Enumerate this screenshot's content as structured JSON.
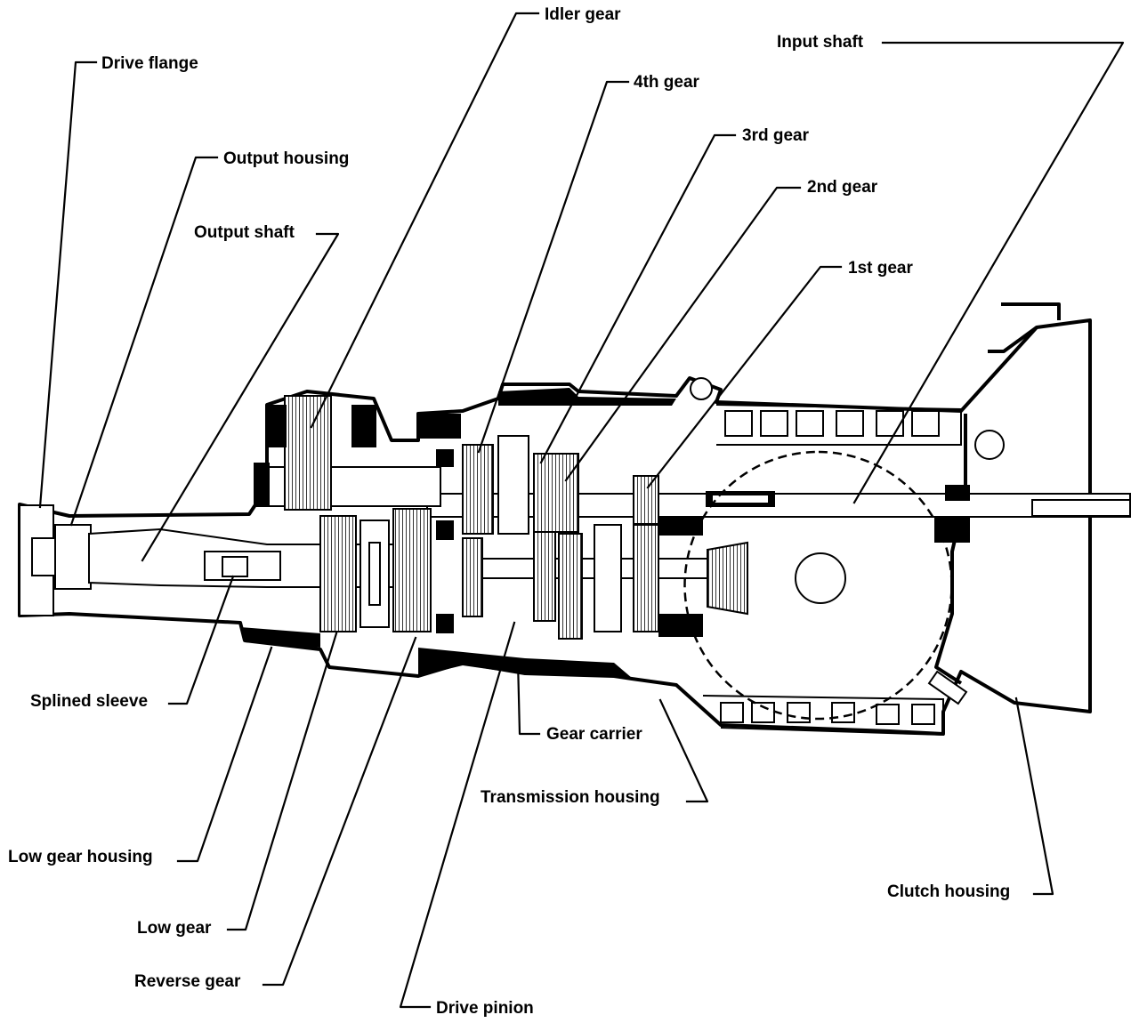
{
  "labels": {
    "drive_flange": "Drive flange",
    "output_housing": "Output housing",
    "output_shaft": "Output shaft",
    "idler_gear": "Idler gear",
    "fourth_gear": "4th gear",
    "third_gear": "3rd gear",
    "second_gear": "2nd gear",
    "first_gear": "1st gear",
    "input_shaft": "Input shaft",
    "splined_sleeve": "Splined sleeve",
    "low_gear_housing": "Low gear housing",
    "low_gear": "Low gear",
    "reverse_gear": "Reverse gear",
    "gear_carrier": "Gear carrier",
    "transmission_housing": "Transmission housing",
    "drive_pinion": "Drive pinion",
    "clutch_housing": "Clutch housing"
  },
  "colors": {
    "ink": "#000000",
    "paper": "#ffffff"
  }
}
